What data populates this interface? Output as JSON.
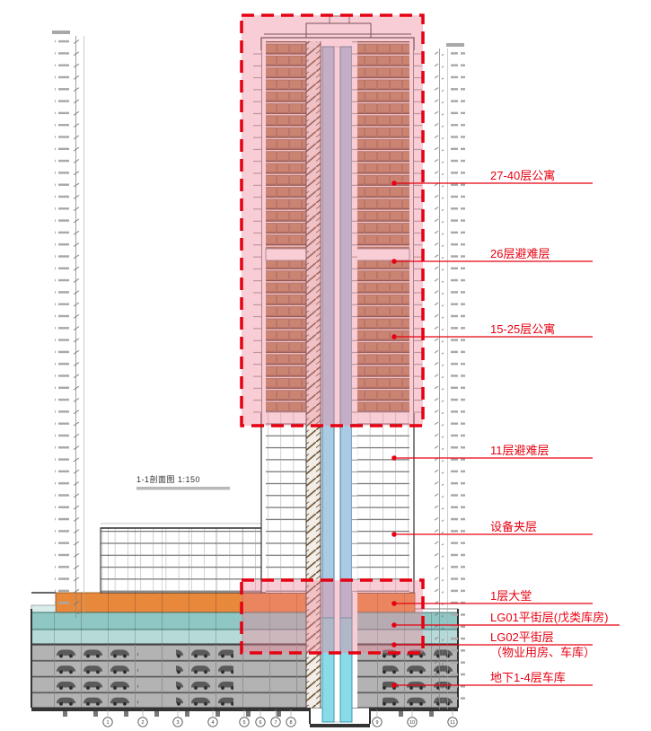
{
  "colors": {
    "accent_red": "#e60012",
    "highlight_pink": "#ee8296",
    "apartment_brown": "#b5855a",
    "shaft_blue": "#a9cbe4",
    "shaft_cyan": "#8adbe8",
    "lobby_orange": "#e8883b",
    "street_teal": "#8fc7c4",
    "garage_gray": "#b3b3b3"
  },
  "title": {
    "text": "1-1剖面图 1:150"
  },
  "annotations": [
    {
      "label": "27-40层公寓"
    },
    {
      "label": "26层避难层"
    },
    {
      "label": "15-25层公寓"
    },
    {
      "label": "11层避难层"
    },
    {
      "label": "设备夹层"
    },
    {
      "label": "1层大堂"
    },
    {
      "label": "LG01平街层(戊类库房)"
    },
    {
      "label": "LG02平街层",
      "label2": "（物业用房、车库）"
    },
    {
      "label": "地下1-4层车库"
    }
  ],
  "grid_bubbles": [
    "1",
    "2",
    "3",
    "4",
    "5",
    "6",
    "7",
    "8",
    "9",
    "10",
    "11"
  ]
}
